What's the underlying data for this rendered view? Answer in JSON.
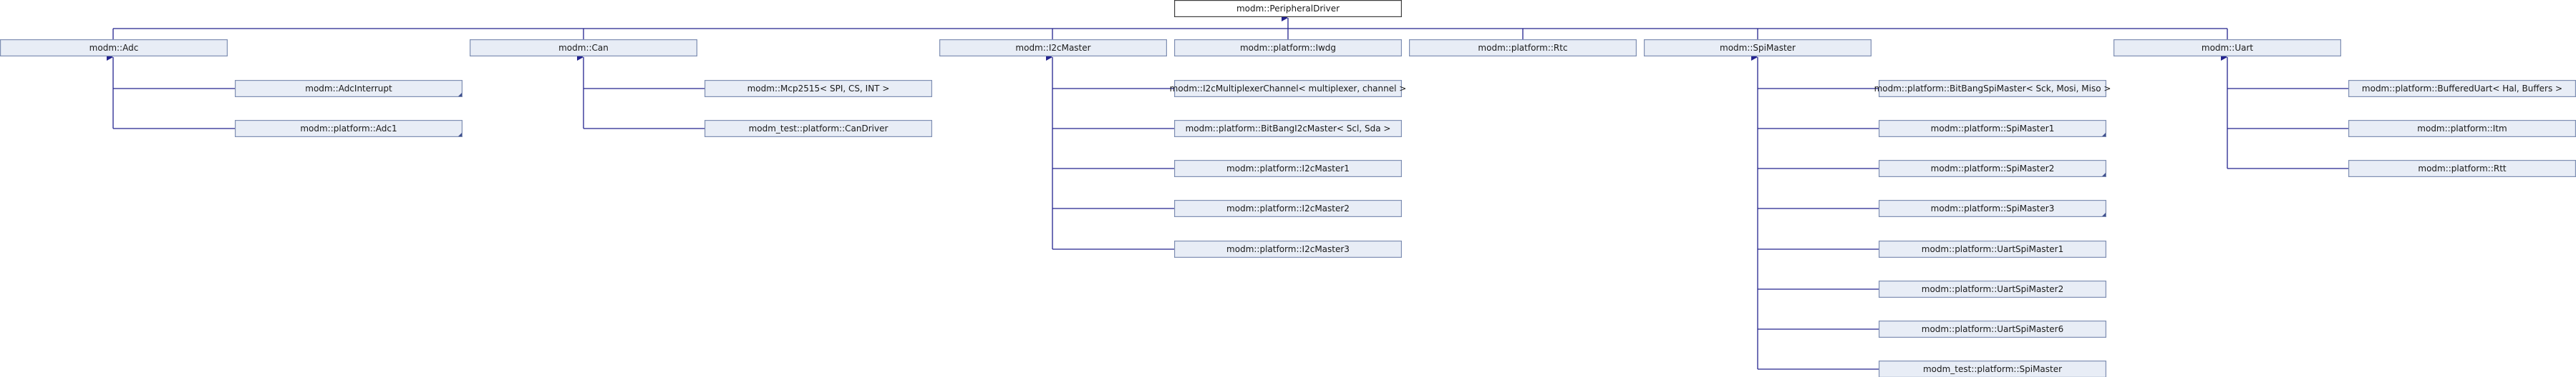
{
  "nodes": {
    "root": "modm::PeripheralDriver",
    "adc": "modm::Adc",
    "can": "modm::Can",
    "i2c": "modm::I2cMaster",
    "iwdg": "modm::platform::Iwdg",
    "rtc": "modm::platform::Rtc",
    "spi": "modm::SpiMaster",
    "uart": "modm::Uart",
    "adcInterrupt": "modm::AdcInterrupt",
    "adc1": "modm::platform::Adc1",
    "mcp2515": "modm::Mcp2515< SPI, CS, INT >",
    "canDriver": "modm_test::platform::CanDriver",
    "i2cMux": "modm::I2cMultiplexerChannel< multiplexer, channel >",
    "bitBangI2c": "modm::platform::BitBangI2cMaster< Scl, Sda >",
    "i2c1": "modm::platform::I2cMaster1",
    "i2c2": "modm::platform::I2cMaster2",
    "i2c3": "modm::platform::I2cMaster3",
    "bitBangSpi": "modm::platform::BitBangSpiMaster< Sck, Mosi, Miso >",
    "spi1": "modm::platform::SpiMaster1",
    "spi2": "modm::platform::SpiMaster2",
    "spi3": "modm::platform::SpiMaster3",
    "uartSpi1": "modm::platform::UartSpiMaster1",
    "uartSpi2": "modm::platform::UartSpiMaster2",
    "uartSpi6": "modm::platform::UartSpiMaster6",
    "testSpi": "modm_test::platform::SpiMaster",
    "bufferedUart": "modm::platform::BufferedUart< Hal, Buffers >",
    "itm": "modm::platform::Itm",
    "rtt": "modm::platform::Rtt"
  },
  "colors": {
    "node_fill": "#e8edf6",
    "node_border": "#7f8fb3",
    "edge": "#23238e"
  }
}
